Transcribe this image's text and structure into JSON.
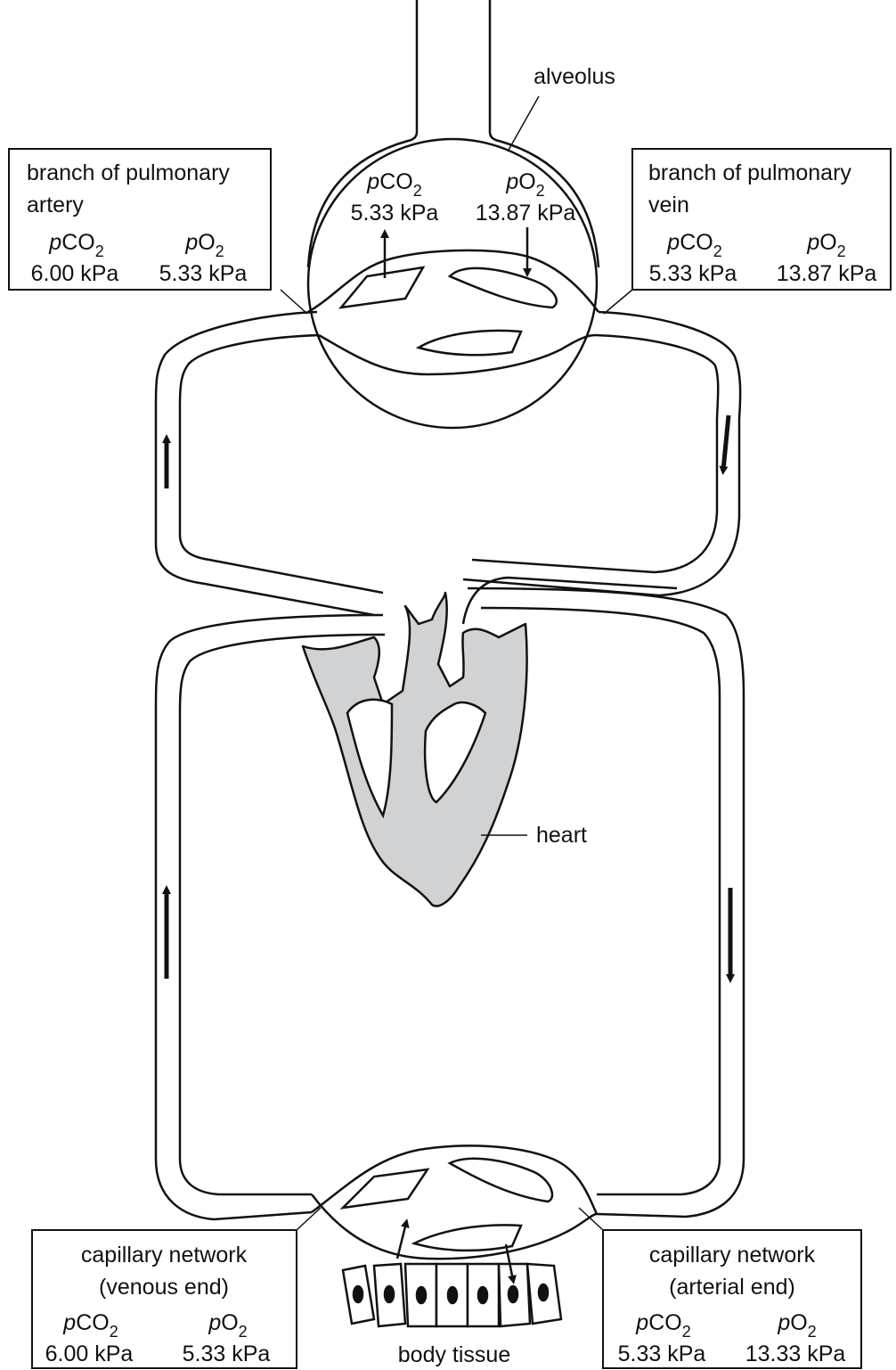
{
  "colors": {
    "line": "#111111",
    "heart_fill": "#d1d2d4",
    "background": "#ffffff"
  },
  "labels": {
    "alveolus": "alveolus",
    "heart": "heart",
    "body_tissue": "body tissue"
  },
  "common": {
    "p": "p",
    "co2_main": "CO",
    "o2_main": "O",
    "sub2": "2"
  },
  "alveolus_values": {
    "pco2": "5.33 kPa",
    "po2": "13.87 kPa"
  },
  "boxes": {
    "pulmonary_artery": {
      "line1": "branch of pulmonary",
      "line2": "artery",
      "pco2": "6.00 kPa",
      "po2": "5.33 kPa"
    },
    "pulmonary_vein": {
      "line1": "branch of pulmonary",
      "line2": "vein",
      "pco2": "5.33 kPa",
      "po2": "13.87 kPa"
    },
    "capillary_venous": {
      "line1": "capillary network",
      "line2": "(venous end)",
      "pco2": "6.00 kPa",
      "po2": "5.33 kPa"
    },
    "capillary_arterial": {
      "line1": "capillary network",
      "line2": "(arterial end)",
      "pco2": "5.33 kPa",
      "po2": "13.33 kPa"
    }
  }
}
